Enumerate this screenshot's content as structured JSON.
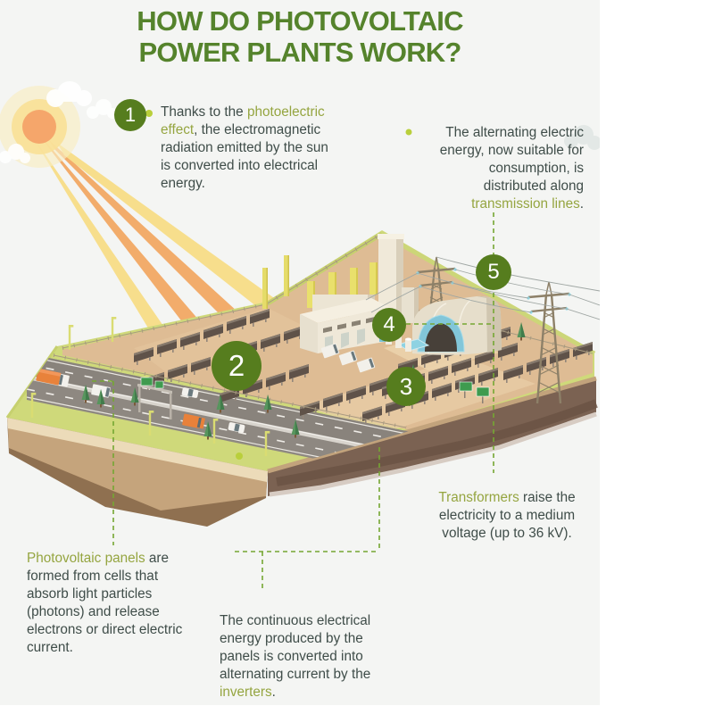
{
  "title": {
    "line1": "HOW DO PHOTOVOLTAIC",
    "line2": "POWER PLANTS WORK?"
  },
  "colors": {
    "background": "#f4f5f3",
    "title_green": "#55832c",
    "accent_green": "#95a540",
    "circle_green": "#567d1e",
    "connector_green": "#75a733",
    "anchor_dot": "#b9cf3b"
  },
  "steps": [
    {
      "number": "1",
      "pre": "Thanks to the ",
      "highlight": "photoelectric effect",
      "post": ", the electromagnetic radiation emitted by the sun is converted into electrical energy."
    },
    {
      "number": "2",
      "pre": "",
      "highlight": "Photovoltaic panels",
      "post": " are formed from cells that absorb light particles (photons) and release electrons or direct electric current."
    },
    {
      "number": "3",
      "pre": "The continuous electrical energy produced by the panels is converted into alternating current by the ",
      "highlight": "inverters",
      "post": "."
    },
    {
      "number": "4",
      "pre": "",
      "highlight": "Transformers",
      "post": " raise the electricity to a medium voltage (up to 36 kV)."
    },
    {
      "number": "5",
      "pre": "The alternating electric energy, now suitable for consumption, is distributed along ",
      "highlight": "transmission lines",
      "post": "."
    }
  ],
  "illustration": {
    "icons": [
      "sun-icon",
      "cloud-icon",
      "sun-rays",
      "terrain-block",
      "highway",
      "truck",
      "car",
      "van",
      "tree",
      "street-light",
      "solar-panel-array",
      "factory-building",
      "chimney",
      "smokestack",
      "warehouse-hangar",
      "cooling-pond",
      "transmission-tower",
      "power-lines",
      "fence",
      "road-sign"
    ]
  }
}
